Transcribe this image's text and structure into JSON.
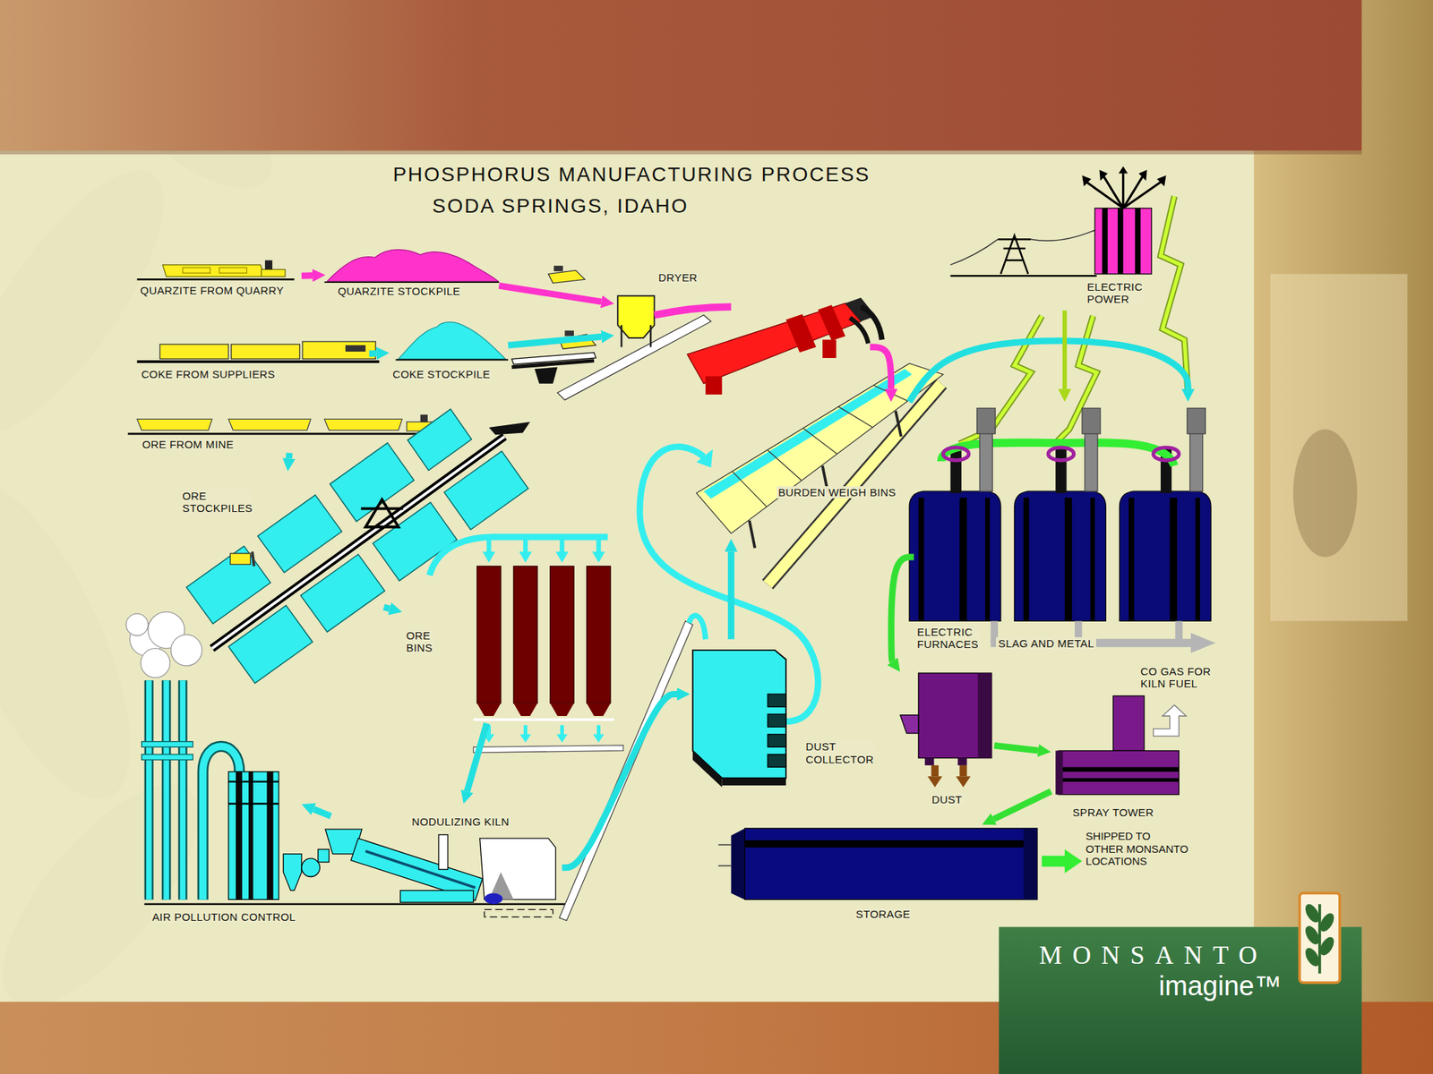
{
  "diagram": {
    "title": "PHOSPHORUS MANUFACTURING PROCESS",
    "nodes": [
      {
        "text": [
          "QUARZITE FROM QUARRY"
        ]
      },
      {
        "text": [
          "QUARZITE STOCKPILE"
        ]
      },
      {
        "text": [
          "DRYER"
        ]
      },
      {
        "text": [
          "ELECTRIC POWER"
        ]
      },
      {
        "text": [
          "COKE FROM SUPPLIERS"
        ]
      },
      {
        "text": [
          "COKE STOCKPILE"
        ]
      },
      {
        "text": [
          "ORE FROM MINE"
        ]
      },
      {
        "text": [
          "ORE STOCKPILES"
        ]
      },
      {
        "text": [
          "BURDEN WEIGH BINS"
        ]
      },
      {
        "text": [
          "ORE BINS"
        ]
      },
      {
        "text": [
          "ELECTRIC FURNACES"
        ]
      },
      {
        "text": [
          "DUST COLLECTOR"
        ]
      },
      {
        "text": [
          "DUST"
        ]
      },
      {
        "text": [
          "SPRAY TOWER"
        ]
      },
      {
        "text": [
          "NODULIZING KILN"
        ]
      },
      {
        "text": [
          "AIR POLLUTION CONTROL"
        ]
      },
      {
        "text": [
          "STORAGE"
        ]
      }
    ],
    "edges": [
      {
        "from": 0,
        "to": 1,
        "arrow": "to"
      },
      {
        "from": 1,
        "to": 2,
        "arrow": "to"
      },
      {
        "from": 4,
        "to": 5,
        "arrow": "to"
      },
      {
        "from": 5,
        "to": 2,
        "arrow": "to"
      },
      {
        "from": 2,
        "to": 8,
        "arrow": "to"
      },
      {
        "from": 6,
        "to": 7,
        "arrow": "to"
      },
      {
        "from": 7,
        "to": 9,
        "arrow": "to"
      },
      {
        "from": 9,
        "to": 14,
        "arrow": "to"
      },
      {
        "from": 14,
        "to": 15,
        "arrow": "to"
      },
      {
        "from": 14,
        "to": 11,
        "arrow": "to"
      },
      {
        "from": 11,
        "to": 8,
        "arrow": "to"
      },
      {
        "from": 8,
        "to": 10,
        "arrow": "to"
      },
      {
        "from": 3,
        "to": 10,
        "arrow": "to"
      },
      {
        "from": 10,
        "to": 12,
        "arrow": "to"
      },
      {
        "from": 12,
        "to": 13,
        "arrow": "to"
      },
      {
        "from": 13,
        "to": 16,
        "arrow": "to"
      }
    ],
    "labels": [
      "SODA SPRINGS, IDAHO",
      "SLAG AND METAL",
      "CO GAS FOR KILN FUEL",
      "SHIPPED TO OTHER MONSANTO LOCATIONS",
      "MONSANTO",
      "imagine™"
    ]
  }
}
